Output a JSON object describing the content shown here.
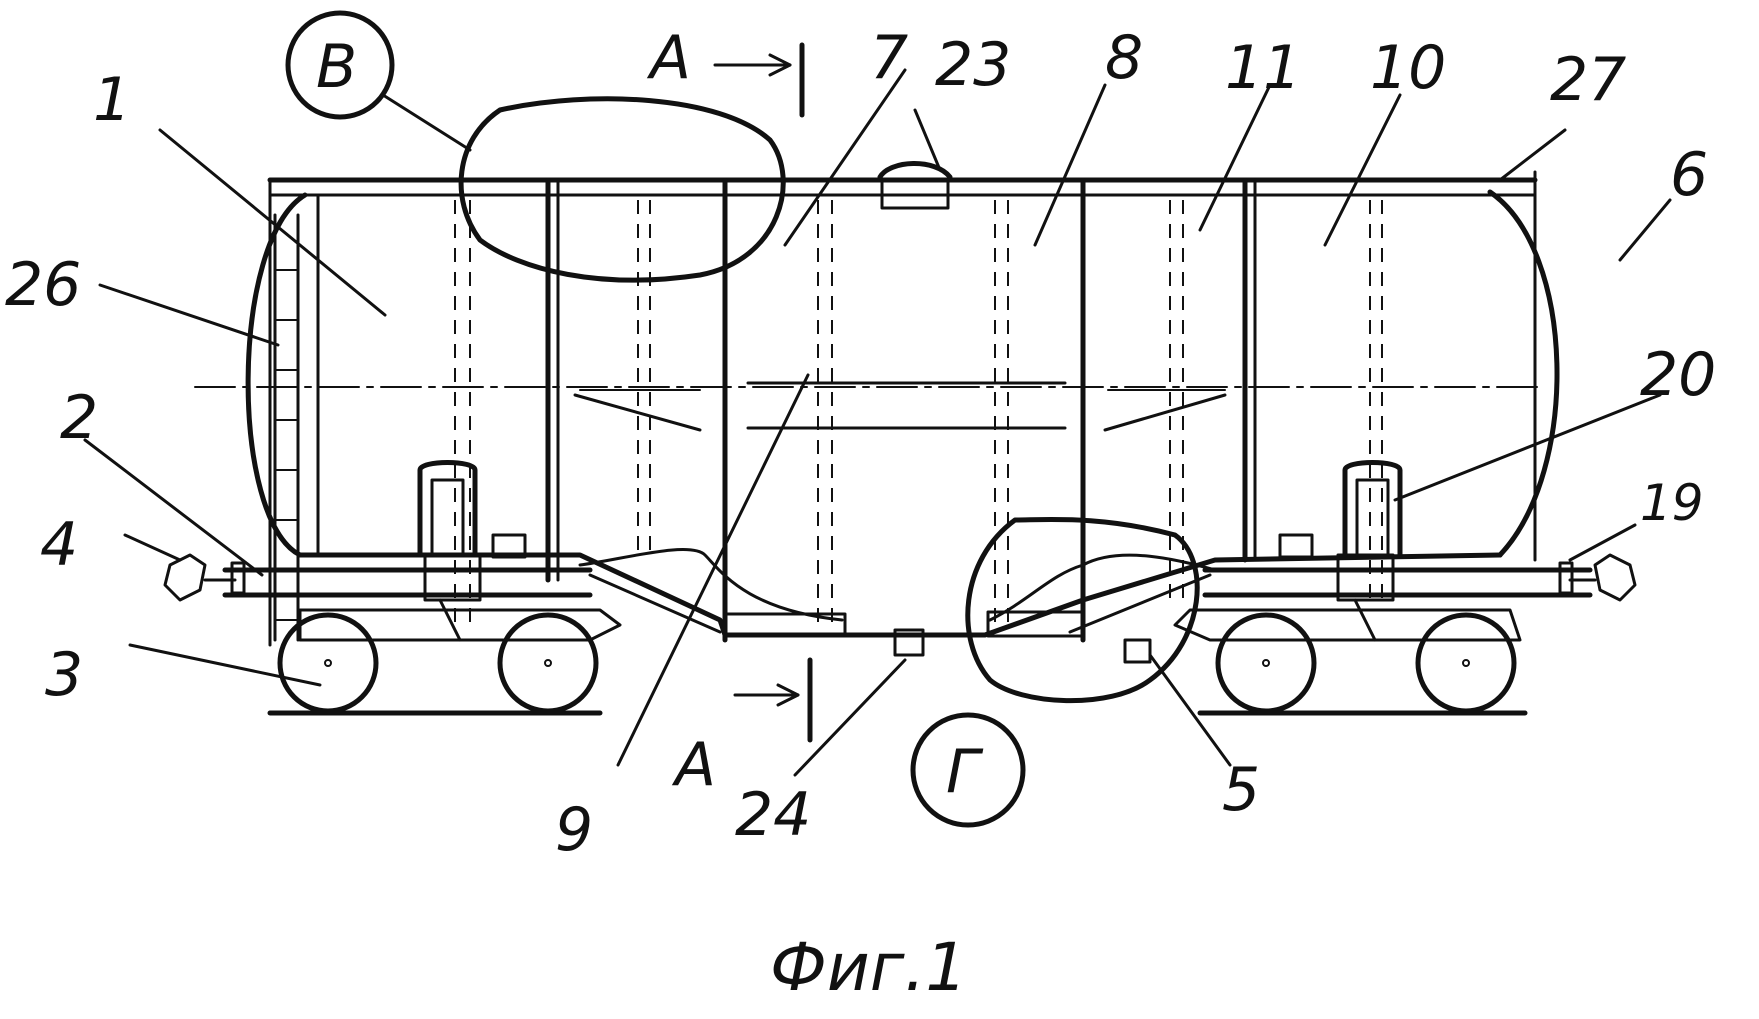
{
  "figure": {
    "caption": "Фиг.1",
    "section_mark": "А",
    "callouts": {
      "c1": "1",
      "c2": "2",
      "c3": "3",
      "c4": "4",
      "c5": "5",
      "c6": "6",
      "c7": "7",
      "c8": "8",
      "c9": "9",
      "c10": "10",
      "c11": "11",
      "c19": "19",
      "c20": "20",
      "c23": "23",
      "c24": "24",
      "c26": "26",
      "c27": "27"
    },
    "detail_views": {
      "upper": "В",
      "lower": "Г"
    }
  }
}
